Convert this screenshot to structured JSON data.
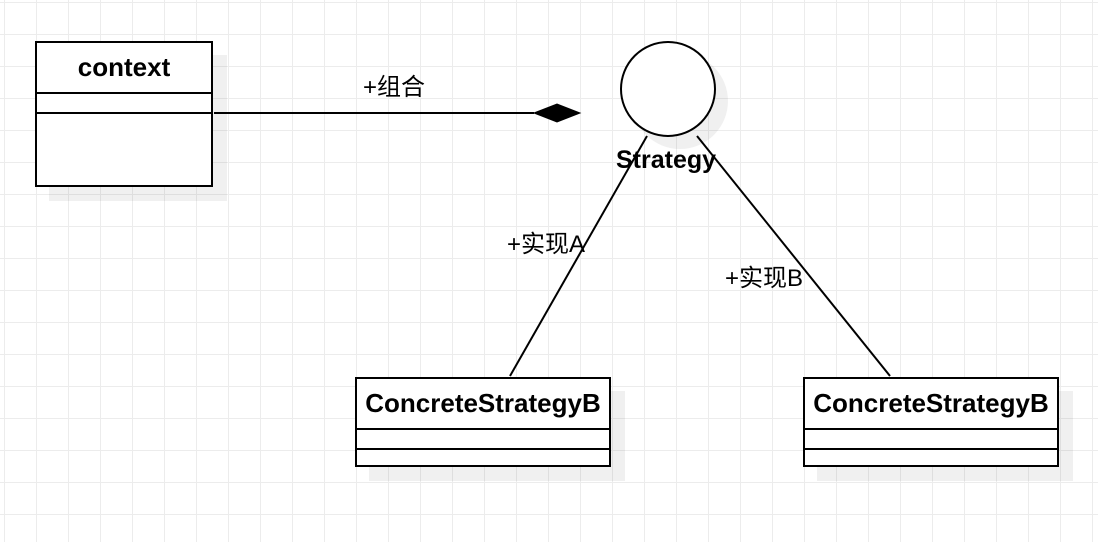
{
  "diagram": {
    "classes": {
      "context": {
        "name": "context"
      },
      "concrete_a": {
        "name": "ConcreteStrategyB"
      },
      "concrete_b": {
        "name": "ConcreteStrategyB"
      }
    },
    "interface": {
      "name": "Strategy"
    },
    "edges": {
      "composition_label": "+组合",
      "impl_a_label": "+实现A",
      "impl_b_label": "+实现B"
    }
  },
  "colors": {
    "background": "#ffffff",
    "grid": "#ececec",
    "stroke": "#000000"
  }
}
